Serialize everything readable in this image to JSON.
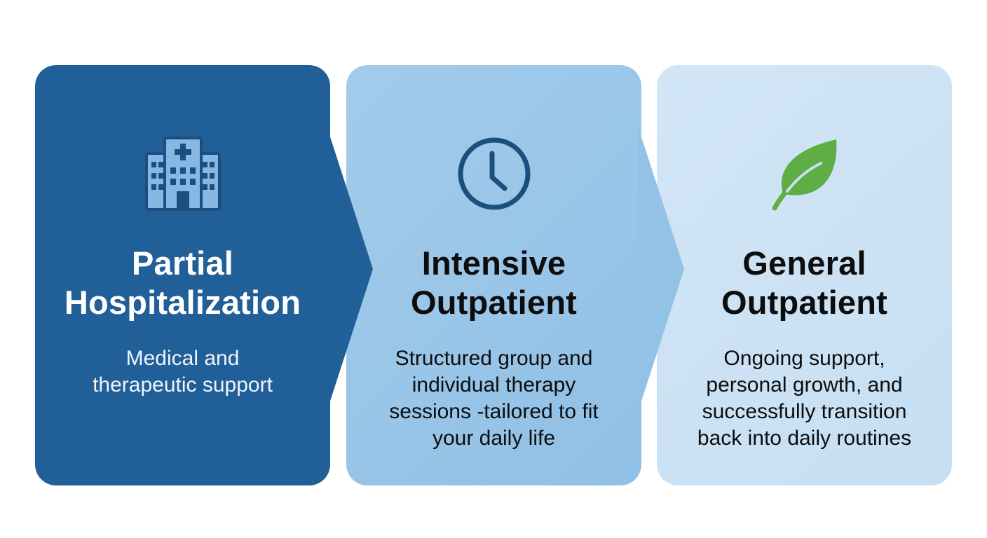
{
  "steps": [
    {
      "title_line1": "Partial",
      "title_line2": "Hospitalization",
      "desc_line1": "Medical and",
      "desc_line2": "therapeutic support",
      "desc_line3": "",
      "desc_line4": "",
      "icon": "hospital-icon",
      "bg_color": "#215f98"
    },
    {
      "title_line1": "Intensive",
      "title_line2": "Outpatient",
      "desc_line1": "Structured group and",
      "desc_line2": "individual therapy",
      "desc_line3": "sessions -tailored to fit",
      "desc_line4": "your daily life",
      "icon": "clock-icon",
      "bg_color": "#9ac6e8"
    },
    {
      "title_line1": "General",
      "title_line2": "Outpatient",
      "desc_line1": "Ongoing support,",
      "desc_line2": "personal growth, and",
      "desc_line3": "successfully transition",
      "desc_line4": "back into daily routines",
      "icon": "leaf-icon",
      "bg_color": "#cce3f5"
    }
  ]
}
